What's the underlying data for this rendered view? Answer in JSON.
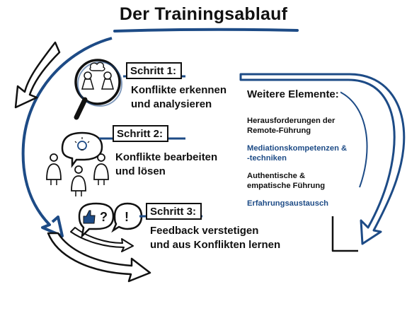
{
  "title": "Der Trainingsablauf",
  "steps": [
    {
      "label": "Schritt 1:",
      "text_line1": "Konflikte erkennen",
      "text_line2": "und analysieren"
    },
    {
      "label": "Schritt 2:",
      "text_line1": "Konflikte bearbeiten",
      "text_line2": "und lösen"
    },
    {
      "label": "Schritt 3:",
      "text_line1": "Feedback verstetigen",
      "text_line2": "und aus Konflikten lernen"
    }
  ],
  "extras": {
    "title": "Weitere Elemente:",
    "items": [
      {
        "line1": "Herausforderungen der",
        "line2": "Remote-Führung",
        "color": "#111111"
      },
      {
        "line1": "Mediationskompetenzen &",
        "line2": "-techniken",
        "color": "#1d4b86"
      },
      {
        "line1": "Authentische &",
        "line2": "empatische Führung",
        "color": "#111111"
      },
      {
        "line1": "Erfahrungsaustausch",
        "line2": "",
        "color": "#1d4b86"
      }
    ]
  },
  "icon_glyphs": {
    "question": "?",
    "exclamation": "!"
  },
  "colors": {
    "accent": "#1d4b86",
    "ink": "#111111",
    "background": "#ffffff"
  }
}
